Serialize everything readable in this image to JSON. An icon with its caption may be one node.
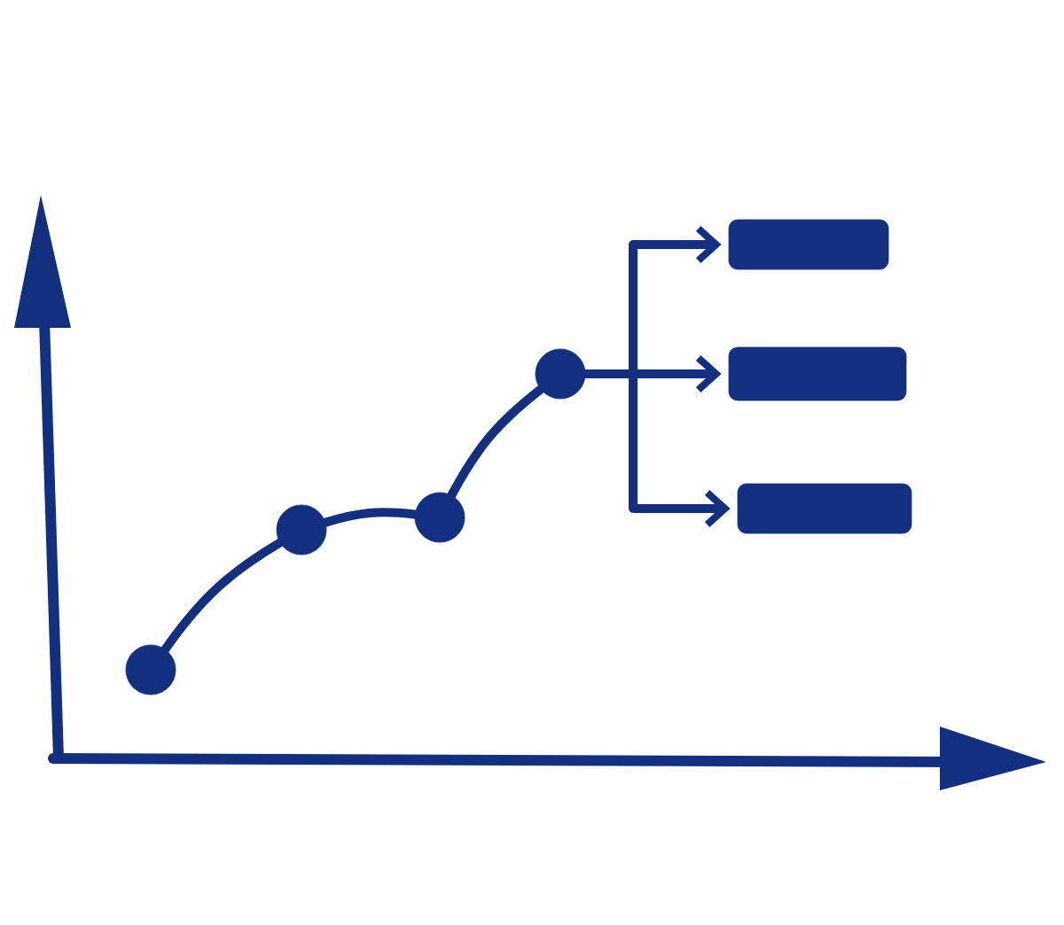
{
  "diagram": {
    "nodes": [
      {
        "text": [],
        "shape": "circle"
      },
      {
        "text": [],
        "shape": "circle"
      },
      {
        "text": [],
        "shape": "circle"
      },
      {
        "text": [],
        "shape": "circle"
      },
      {
        "text": [],
        "shape": "bar"
      },
      {
        "text": [],
        "shape": "bar"
      },
      {
        "text": [],
        "shape": "bar"
      }
    ],
    "edges": [
      {
        "from": 0,
        "to": 1,
        "arrow": "none"
      },
      {
        "from": 1,
        "to": 2,
        "arrow": "none"
      },
      {
        "from": 2,
        "to": 3,
        "arrow": "none"
      },
      {
        "from": 3,
        "to": 4,
        "arrow": "to"
      },
      {
        "from": 3,
        "to": 5,
        "arrow": "to"
      },
      {
        "from": 3,
        "to": 6,
        "arrow": "to"
      }
    ]
  }
}
